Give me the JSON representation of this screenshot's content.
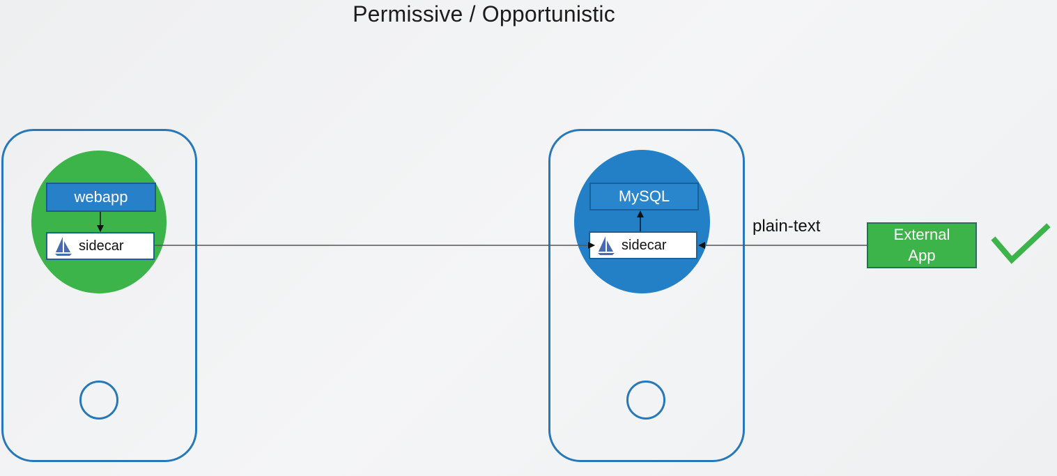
{
  "title": "Permissive / Opportunistic",
  "left_node": {
    "app_label": "webapp",
    "sidecar_label": "sidecar"
  },
  "right_node": {
    "app_label": "MySQL",
    "sidecar_label": "sidecar"
  },
  "external": {
    "line1": "External",
    "line2": "App",
    "connection_label": "plain-text",
    "status_icon": "checkmark-icon"
  },
  "colors": {
    "node_border": "#2778b8",
    "pod_green": "#3cb44a",
    "pod_blue": "#2480c6",
    "check_green": "#3cb44a"
  }
}
